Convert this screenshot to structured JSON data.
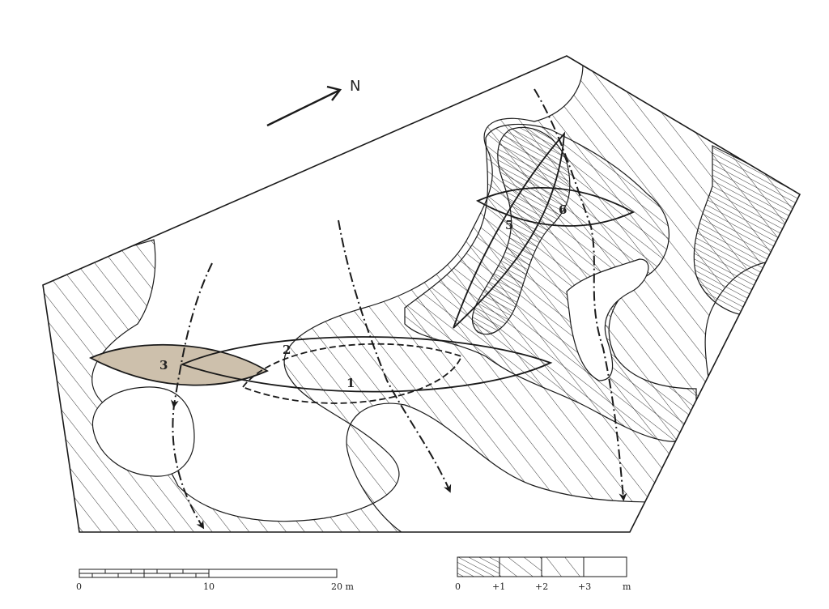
{
  "north_arrow": {
    "label": "N"
  },
  "features": [
    {
      "id": "1",
      "label": "1"
    },
    {
      "id": "2",
      "label": "2"
    },
    {
      "id": "3",
      "label": "3",
      "fill": "#c8b9a3"
    },
    {
      "id": "5",
      "label": "5"
    },
    {
      "id": "6",
      "label": "6"
    }
  ],
  "distance_scale": {
    "labels": [
      "0",
      "10",
      "20 m"
    ]
  },
  "elevation_legend": {
    "labels": [
      "0",
      "+1",
      "+2",
      "+3",
      "m"
    ]
  },
  "colors": {
    "ink": "#1a1a1a",
    "feature_3_fill": "#c8b9a3",
    "paper": "#ffffff"
  }
}
